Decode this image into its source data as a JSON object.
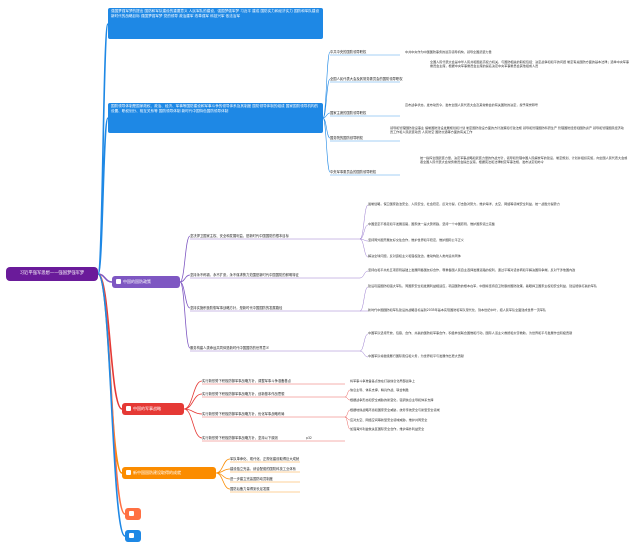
{
  "root": "习近平强军思想——强国梦强军梦",
  "intro_box_1": "强国梦强军梦的提出 国防和军队建设的重要意义 人民军队的建设，强国梦强军梦 习近平 建成 国防实力和经济实力 国防和军队建设新时代的战略目标 强国梦强军梦 党的领导 政治建军 改革强军 科技兴军 依法治军",
  "intro_box_2": "国防领导体制是国家政权、政治、经济、军事等国防建设和军事斗争的领导体系及其制度 国防领导体制的组成 国家国防领导机构的设置、职权划分、相互关系等 国防领导体制 新时代中国特色国防领导体制",
  "leadership_items": [
    {
      "label": "中共中央的国防领导职权",
      "text": "中共中央作为中国国防事务的最高领导机构，领导全国武装力量"
    },
    {
      "label": "全国人民代表大会及其常务委员会的国防领导职权",
      "text": "全国人民代表大会是中华人民共和国最高权力机关，与国防相关的职权包括：决定战争和和平的问题 制定有关国防方面的基本法律；选举中央军事委员会主席，根据中央军事委员会主席的提名决定中央军事委员会其他组成人员"
    },
    {
      "label": "国家主席的国防领导职权",
      "text": "宣布战争状态，发布动员令，发布全国人民代表大会及其常委会的有关国防的决定，授予荣誉称号"
    },
    {
      "label": "国务院的国防领导职权",
      "text": "领导和管理国防建设事业 编制国防建设发展规划和计划 制定国防建设方面的方针政策和行政法规 领导和管理国防科研生产 管理国防经费和国防资产 领导和管理国民经济动员工作和人民武装动员 人民防空 国防交通等方面的有关工作"
    },
    {
      "label": "中央军事委员会的国防领导职权",
      "text": "统一指挥全国武装力量，决定军事战略和武装力量的作战方针，领导和管理中国人民解放军的建设，制定规划、计划并组织实施，向全国人民代表大会或者全国人民代表大会常务委员会提出议案，根据宪法和法律制定军事法规，发布决定和命令"
    }
  ],
  "branches": [
    {
      "label": "中国的国防政策"
    },
    {
      "label": "中国的军事战略"
    },
    {
      "label": "新中国国防建设取得的成就"
    },
    {
      "label": ""
    },
    {
      "label": ""
    }
  ],
  "policy": [
    {
      "label": "坚决捍卫国家主权、安全和发展利益，是新时代中国国防的根本目标",
      "items": [
        "遏制侵略，保卫国家政治安全、人民安全、社会稳定，反对分裂，打击敌对势力，维护海洋、太空、网络等领域安全利益，统一战胜分裂势力",
        "中国坚定不移走和平发展道路，国家统一是大势所趋，坚持一个中国原则，维护国家领土完整",
        "坚持同外国开展友好交往合作，维护世界和平稳定，维护国际公平正义",
        "解决全球问题，反对霸权主义和强权政治，推动构建人类命运共同体"
      ]
    },
    {
      "label": "坚持永不称霸、永不扩张，永不谋求势力范围是新时代中国国防的鲜明特征",
      "items": [
        "坚持在和平共处五项原则基础上发展同各国友好合作，尊重各国人民自主选择发展道路的权利，通过平等对话协商和平解决国际争端，反对干涉他国内政"
      ]
    },
    {
      "label": "坚持实施积极防御军事战略方针，是新时代中国国防的发展路径",
      "items": [
        "建设巩固国防和强大军队，同国家安全和发展利益相适应，巩固国防的根本在军，中国将坚持自卫防御的国防政策，着眼捍卫国家主权和安全利益，建设能够打赢的军队",
        "新时代中国国防和军队建设的战略目标是到2035年基本实现国防和军队现代化，到本世纪中叶，把人民军队全面建成世界一流军队"
      ]
    },
    {
      "label": "服务构建人类命运共同体是新时代中国国防的世界意义",
      "items": [
        "中国军队坚持开放、包容、合作、共赢的国防和军事合作，积极参加联合国维和行动，国际人道主义救援和灾害救助，为世界和平与发展作出积极贡献",
        "中国军队将继续履行国际责任和义务，为世界和平与发展作出更大贡献"
      ]
    }
  ],
  "strategy": [
    {
      "label": "实行新形势下积极防御军事战略方针，调整军事斗争准备基点",
      "text": "将军事斗争准备基点放在打赢信息化局部战争上"
    },
    {
      "label": "实行新形势下积极防御军事战略方针，创新基本作战思想",
      "items": [
        "信息主导、体系支撑、精兵作战、联合制胜",
        "根据战争形态和安全威胁的新变化，强调信息主导和体系支撑"
      ]
    },
    {
      "label": "实行新形势下积极防御军事战略方针，优化军事战略布局",
      "items": [
        "根据地缘战略环境和国家安全威胁，统筹传统安全与新型安全领域",
        "应对太空、网络空间等新型安全领域威胁，维护共同安全",
        "加强海外利益攸关区国际安全合作，维护海外利益安全"
      ]
    },
    {
      "label": "实行新形势下积极防御军事战略方针，坚持以下原则",
      "text": "p32"
    }
  ],
  "achievements": [
    "军队革命化、现代化、正规化建设取得巨大成就",
    "建设独立完善、综合配套的国防科技工业体系",
    "进一步建立完善国防动员制度",
    "国防后备力量得到长足发展"
  ]
}
